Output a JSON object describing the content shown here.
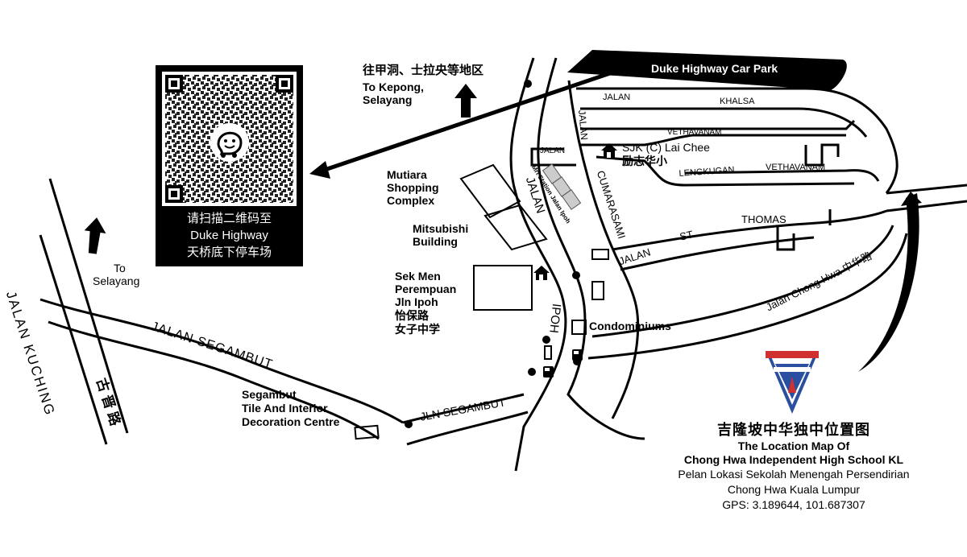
{
  "map_title": {
    "zh": "吉隆坡中华独中位置图",
    "en_line1": "The Location Map Of",
    "en_line2": "Chong Hwa Independent High School KL",
    "ms_line1": "Pelan Lokasi Sekolah Menengah Persendirian",
    "ms_line2": "Chong Hwa Kuala Lumpur",
    "gps": "GPS: 3.189644, 101.687307"
  },
  "qr_panel": {
    "line1": "请扫描二维码至",
    "line2": "Duke Highway",
    "line3": "天桥底下停车场"
  },
  "car_park": "Duke Highway Car Park",
  "directions": {
    "kepong_zh": "往甲洞、士拉央等地区",
    "kepong_en1": "To Kepong,",
    "kepong_en2": "Selayang",
    "selayang1": "To",
    "selayang2": "Selayang"
  },
  "roads": {
    "jalan_kuching": "JALAN KUCHING",
    "jalan_kuching_zh": "古晋路",
    "jalan_segambut": "JALAN SEGAMBUT",
    "jln_segambut": "JLN SEGAMBUT",
    "jalan_ipoh_1": "JALAN",
    "jalan_ipoh_2": "IPOH",
    "jalan_cumarasami": "CUMARASAMI",
    "jalan_cumarasami_prefix": "JALAN",
    "jalan_khalsa_1": "JALAN",
    "jalan_khalsa_2": "KHALSA",
    "vethavanam_top": "VETHAVANAM",
    "jalan_small": "JALAN",
    "lengkugan": "LENGKUGAN",
    "vethavanam": "VETHAVANAM",
    "thomas": "THOMAS",
    "jalan_st_1": "JALAN",
    "jalan_st_2": "ST",
    "chong_hwa_road": "Jalan Chong Hwa 中华路",
    "mrt_station": "Mrt Station Jalan Ipoh"
  },
  "places": {
    "sjk_1": "SJK (C) Lai Chee",
    "sjk_2": "励志华小",
    "mutiara_1": "Mutiara",
    "mutiara_2": "Shopping",
    "mutiara_3": "Complex",
    "mitsubishi_1": "Mitsubishi",
    "mitsubishi_2": "Building",
    "sekmen_1": "Sek Men",
    "sekmen_2": "Perempuan",
    "sekmen_3": "Jln Ipoh",
    "sekmen_4": "怡保路",
    "sekmen_5": "女子中学",
    "condominiums": "Condominiums",
    "segambut_tile_1": "Segambut",
    "segambut_tile_2": "Tile And Interior",
    "segambut_tile_3": "Decoration Centre"
  },
  "icons": [
    "school-icon",
    "fuel-station-icon",
    "bus-stop-icon",
    "qr-code-icon",
    "waze-icon",
    "north-arrow-icon",
    "school-crest-icon"
  ],
  "colors": {
    "ink": "#000000",
    "paper": "#ffffff",
    "crest_blue": "#2a4fa0",
    "crest_red": "#d03030"
  }
}
